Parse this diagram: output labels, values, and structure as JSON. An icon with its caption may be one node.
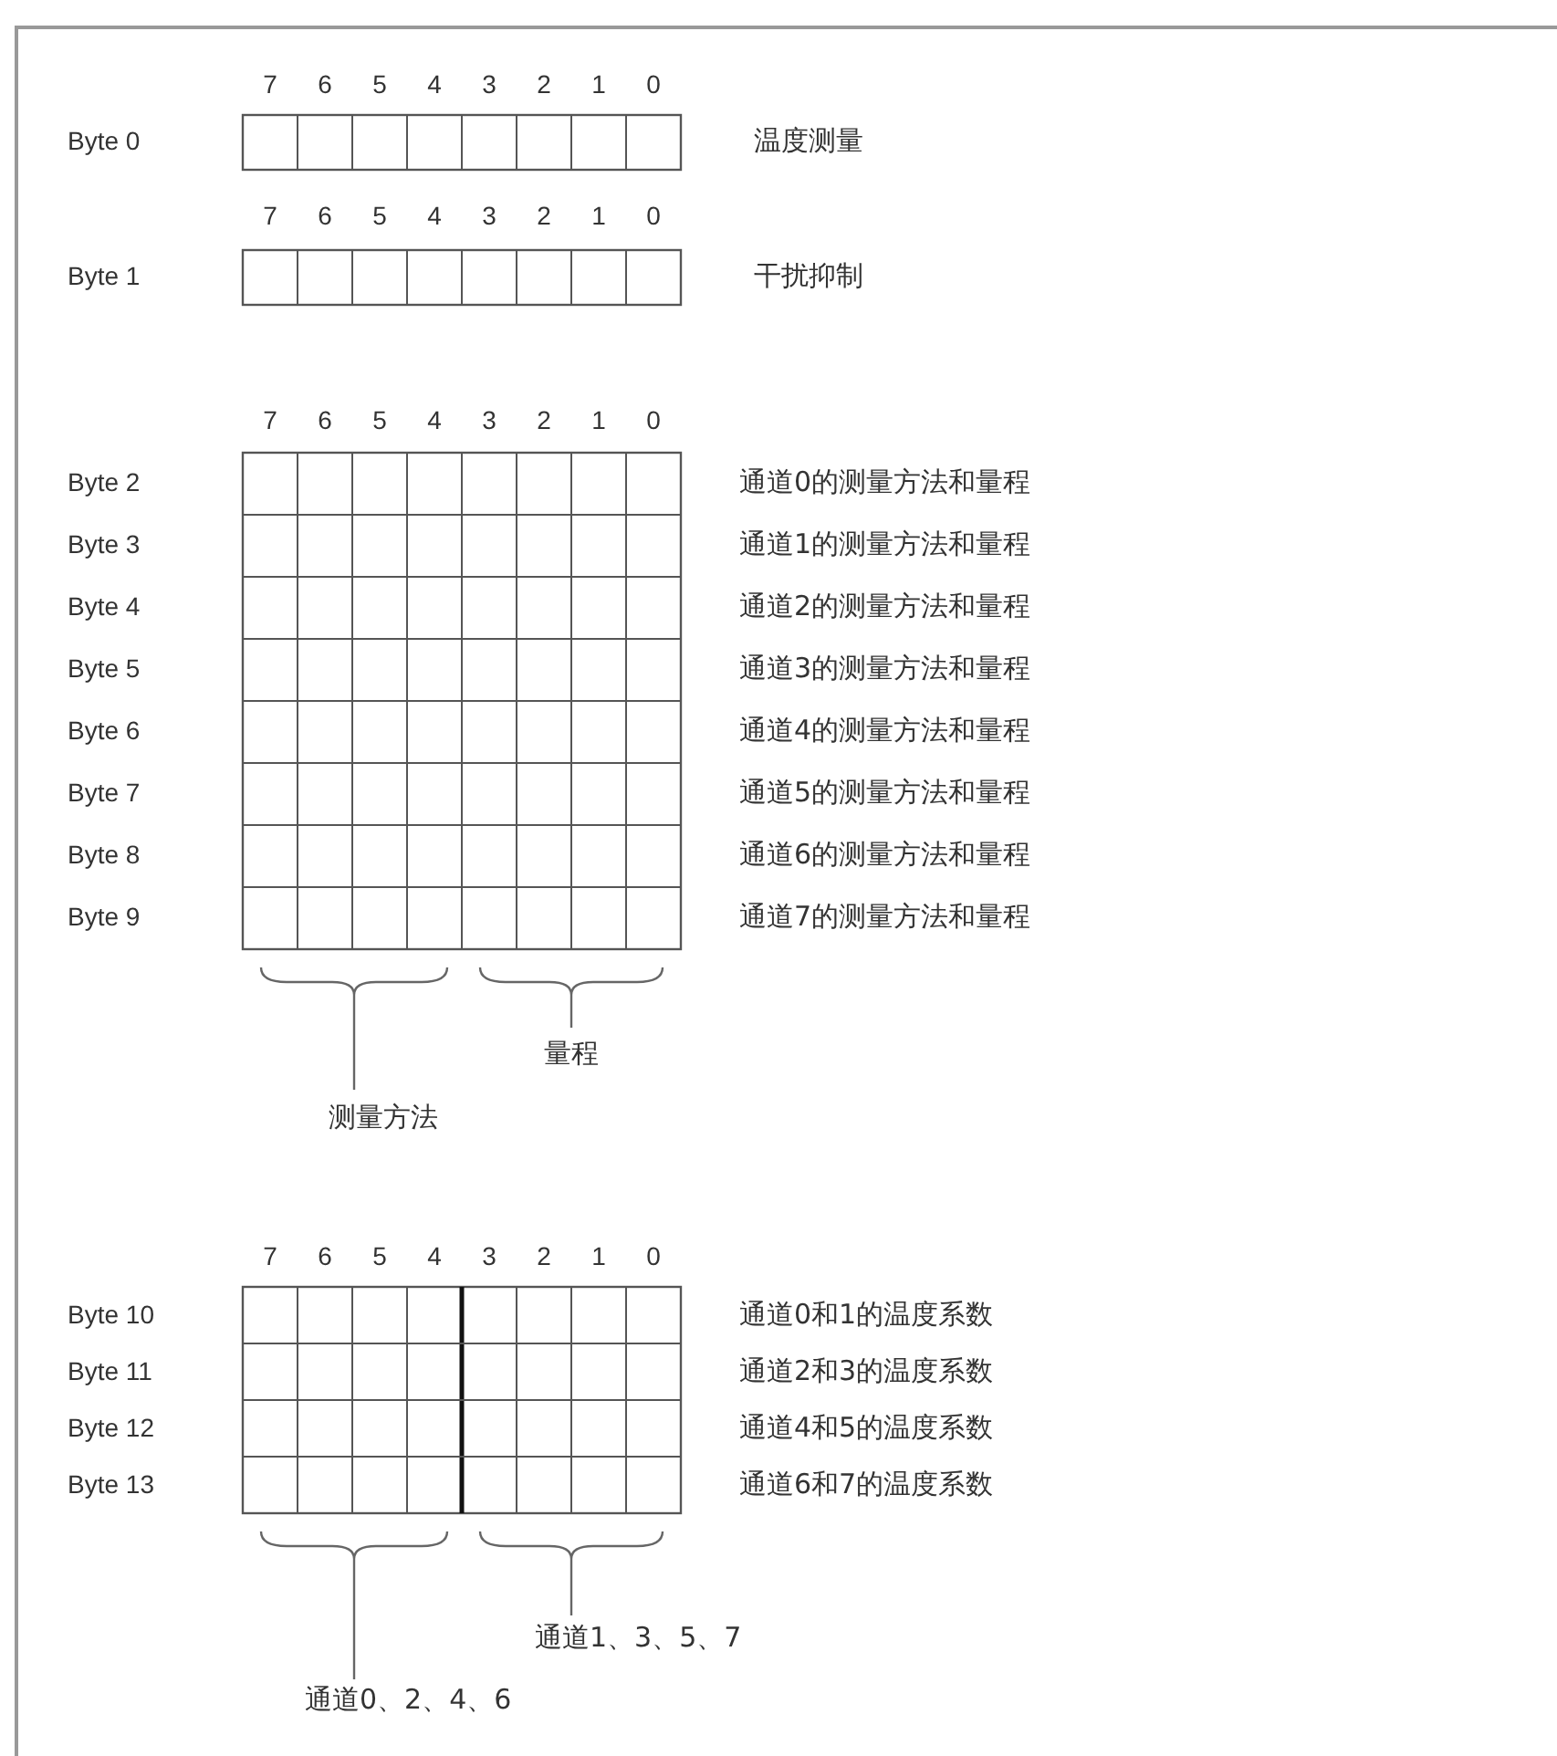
{
  "diagram": {
    "labels": [
      "7",
      "6",
      "5",
      "4",
      "3",
      "2",
      "1",
      "0",
      "Byte 0",
      "温度测量",
      "7",
      "6",
      "5",
      "4",
      "3",
      "2",
      "1",
      "0",
      "Byte 1",
      "干扰抑制",
      "7",
      "6",
      "5",
      "4",
      "3",
      "2",
      "1",
      "0",
      "Byte 2",
      "通道0的测量方法和量程",
      "Byte 3",
      "通道1的测量方法和量程",
      "Byte 4",
      "通道2的测量方法和量程",
      "Byte 5",
      "通道3的测量方法和量程",
      "Byte 6",
      "通道4的测量方法和量程",
      "Byte 7",
      "通道5的测量方法和量程",
      "Byte 8",
      "通道6的测量方法和量程",
      "Byte 9",
      "通道7的测量方法和量程",
      "量程",
      "测量方法",
      "7",
      "6",
      "5",
      "4",
      "3",
      "2",
      "1",
      "0",
      "Byte 10",
      "通道0和1的温度系数",
      "Byte 11",
      "通道2和3的温度系数",
      "Byte 12",
      "通道4和5的温度系数",
      "Byte 13",
      "通道6和7的温度系数",
      "通道1、3、5、7",
      "通道0、2、4、6"
    ]
  }
}
